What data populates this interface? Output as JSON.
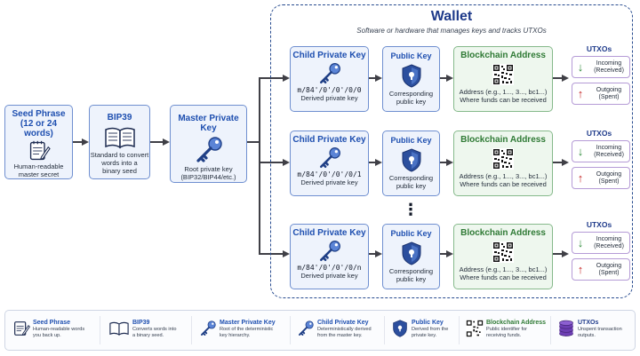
{
  "wallet": {
    "title": "Wallet",
    "subtitle": "Software or hardware that manages keys and tracks UTXOs"
  },
  "seed": {
    "title_line1": "Seed Phrase",
    "title_line2": "(12 or 24 words)",
    "desc_line1": "Human-readable",
    "desc_line2": "master secret"
  },
  "bip39": {
    "title": "BIP39",
    "desc_line1": "Standard to convert",
    "desc_line2": "words into a",
    "desc_line3": "binary seed"
  },
  "master": {
    "title": "Master Private Key",
    "desc_line1": "Root private key",
    "desc_line2": "(BIP32/BIP44/etc.)"
  },
  "rows": [
    {
      "child_title": "Child Private Key",
      "path": "m/84'/0'/0'/0/0",
      "child_desc": "Derived private key",
      "pub_title": "Public Key",
      "pub_desc_line1": "Corresponding",
      "pub_desc_line2": "public key",
      "addr_title": "Blockchain Address",
      "addr_desc_line1": "Address (e.g., 1..., 3..., bc1...)",
      "addr_desc_line2": "Where funds can be received",
      "utxo_title": "UTXOs",
      "in_line1": "Incoming",
      "in_line2": "(Received)",
      "out_line1": "Outgoing",
      "out_line2": "(Spent)"
    },
    {
      "child_title": "Child Private Key",
      "path": "m/84'/0'/0'/0/1",
      "child_desc": "Derived private key",
      "pub_title": "Public Key",
      "pub_desc_line1": "Corresponding",
      "pub_desc_line2": "public key",
      "addr_title": "Blockchain Address",
      "addr_desc_line1": "Address (e.g., 1..., 3..., bc1...)",
      "addr_desc_line2": "Where funds can be received",
      "utxo_title": "UTXOs",
      "in_line1": "Incoming",
      "in_line2": "(Received)",
      "out_line1": "Outgoing",
      "out_line2": "(Spent)"
    },
    {
      "child_title": "Child Private Key",
      "path": "m/84'/0'/0'/0/n",
      "child_desc": "Derived private key",
      "pub_title": "Public Key",
      "pub_desc_line1": "Corresponding",
      "pub_desc_line2": "public key",
      "addr_title": "Blockchain Address",
      "addr_desc_line1": "Address (e.g., 1..., 3..., bc1...)",
      "addr_desc_line2": "Where funds can be received",
      "utxo_title": "UTXOs",
      "in_line1": "Incoming",
      "in_line2": "(Received)",
      "out_line1": "Outgoing",
      "out_line2": "(Spent)"
    }
  ],
  "ellipsis": "⋮",
  "legend": [
    {
      "icon": "notepad-icon",
      "title": "Seed Phrase",
      "desc_line1": "Human-readable words",
      "desc_line2": "you back up."
    },
    {
      "icon": "book-icon",
      "title": "BIP39",
      "desc_line1": "Converts words into",
      "desc_line2": "a binary seed."
    },
    {
      "icon": "key-icon",
      "title": "Master Private Key",
      "desc_line1": "Root of the deterministic",
      "desc_line2": "key hierarchy."
    },
    {
      "icon": "key-icon",
      "title": "Child Private Key",
      "desc_line1": "Deterministically derived",
      "desc_line2": "from the master key."
    },
    {
      "icon": "shield-icon",
      "title": "Public Key",
      "desc_line1": "Derived from the",
      "desc_line2": "private key."
    },
    {
      "icon": "qr-code-icon",
      "title": "Blockchain Address",
      "desc_line1": "Public identifier for",
      "desc_line2": "receiving funds."
    },
    {
      "icon": "coin-stack-icon",
      "title": "UTXOs",
      "desc_line1": "Unspent transaction",
      "desc_line2": "outputs."
    }
  ],
  "colors": {
    "blue_border": "#6f8fd0",
    "blue_fill": "#eef3fc",
    "title_blue": "#1e4fb0",
    "green_title": "#2f7a35",
    "utxo_border": "#b59bd6",
    "incoming_arrow": "#2e8b3a",
    "outgoing_arrow": "#c62828",
    "arrow_gray": "#3f3f46"
  }
}
